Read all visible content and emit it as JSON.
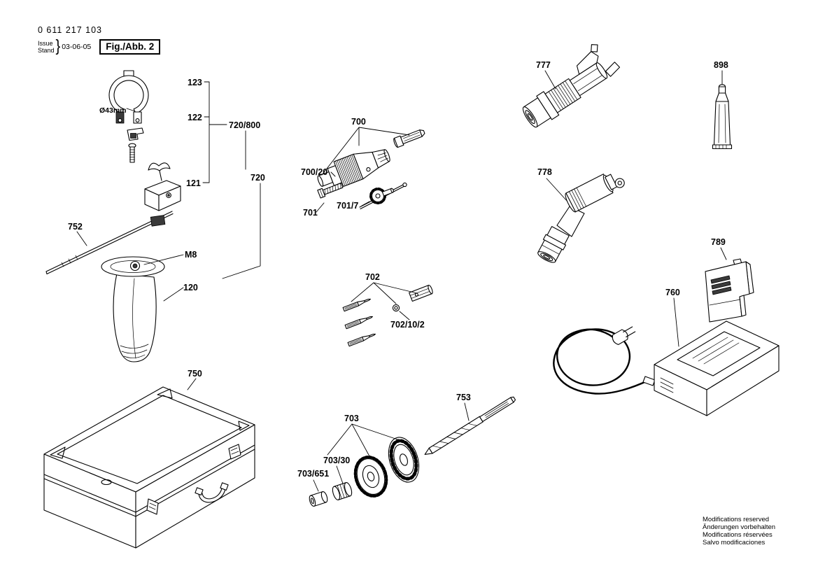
{
  "header": {
    "part_number": "0 611 217 103",
    "issue_label": "Issue",
    "stand_label": "Stand",
    "date": "03-06-05",
    "figure_label": "Fig./Abb. 2"
  },
  "part_labels": {
    "p123": "123",
    "p122": "122",
    "p121": "121",
    "p120": "120",
    "p752": "752",
    "dim43": "Ø43mm",
    "m8": "M8",
    "p720_800": "720/800",
    "p720": "720",
    "p700": "700",
    "p700_20": "700/20",
    "p701": "701",
    "p701_7": "701/7",
    "p702": "702",
    "p702_10_2": "702/10/2",
    "p750": "750",
    "p753": "753",
    "p703": "703",
    "p703_30": "703/30",
    "p703_651": "703/651",
    "p777": "777",
    "p778": "778",
    "p898": "898",
    "p789": "789",
    "p760": "760"
  },
  "footer": {
    "lines": [
      "Modifications reserved",
      "Änderungen vorbehalten",
      "Modifications réservées",
      "Salvo modificaciones"
    ]
  }
}
